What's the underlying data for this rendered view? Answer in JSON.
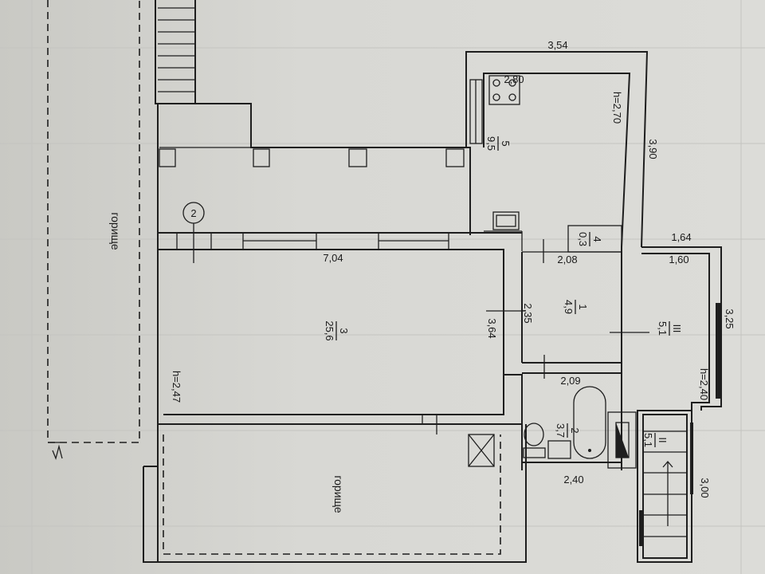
{
  "plan": {
    "attic_label": "горище",
    "node_marker": "2",
    "rooms": [
      {
        "number": "5",
        "area": "9,5"
      },
      {
        "number": "4",
        "area": "0,3"
      },
      {
        "number": "1",
        "area": "4,9"
      },
      {
        "number": "3",
        "area": "25,6"
      },
      {
        "number": "2",
        "area": "3,7"
      },
      {
        "number": "III",
        "area": "5,1"
      },
      {
        "number": "II",
        "area": "5,1"
      }
    ],
    "dimensions": {
      "kitchen_outer_width": "3,54",
      "kitchen_inner_width": "2,80",
      "kitchen_height": "h=2,70",
      "kitchen_outer_length": "3,90",
      "veranda_outer_width": "1,64",
      "veranda_inner_width": "1,60",
      "closet_width": "2,08",
      "living_width": "7,04",
      "corridor_length": "2,35",
      "living_length": "3,64",
      "veranda_length": "3,25",
      "veranda_height": "h=2,40",
      "bath_width": "2,09",
      "bath_outer_width": "2,40",
      "stairs_length": "3,00",
      "living_height": "h=2,47"
    },
    "colors": {
      "paper": "#d6d6d2",
      "ink": "#1e1e1e"
    }
  }
}
